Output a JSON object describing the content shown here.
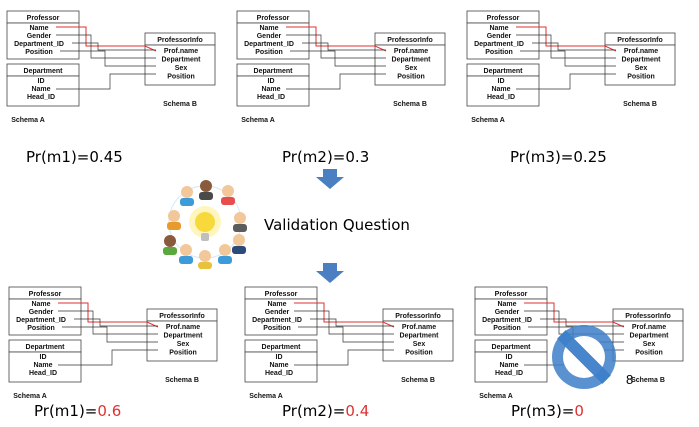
{
  "schema": {
    "professor": {
      "header": "Professor",
      "fields": [
        "Name",
        "Gender",
        "Department_ID",
        "Position"
      ]
    },
    "department": {
      "header": "Department",
      "fields": [
        "ID",
        "Name",
        "Head_ID"
      ]
    },
    "professorinfo": {
      "header": "ProfessorInfo",
      "fields": [
        "Prof.name",
        "Department",
        "Sex",
        "Position"
      ]
    },
    "schema_a": "Schema A",
    "schema_b": "Schema B"
  },
  "middle": {
    "validation_label": "Validation Question"
  },
  "badge_number": "8",
  "colors": {
    "correct_match_line": "#e03131",
    "line": "#333333",
    "arrow": "#4a7fc1",
    "rejected_value": "#e03131",
    "no_sign": "#3d7fc9"
  },
  "top_row": [
    {
      "label": "Pr(m1)=0.45"
    },
    {
      "label": "Pr(m2)=0.3"
    },
    {
      "label": "Pr(m3)=0.25"
    }
  ],
  "bottom_row": [
    {
      "prefix": "Pr(m1)=",
      "value": "0.6"
    },
    {
      "prefix": "Pr(m2)=",
      "value": "0.4"
    },
    {
      "prefix": "Pr(m3)=",
      "value": "0"
    }
  ]
}
